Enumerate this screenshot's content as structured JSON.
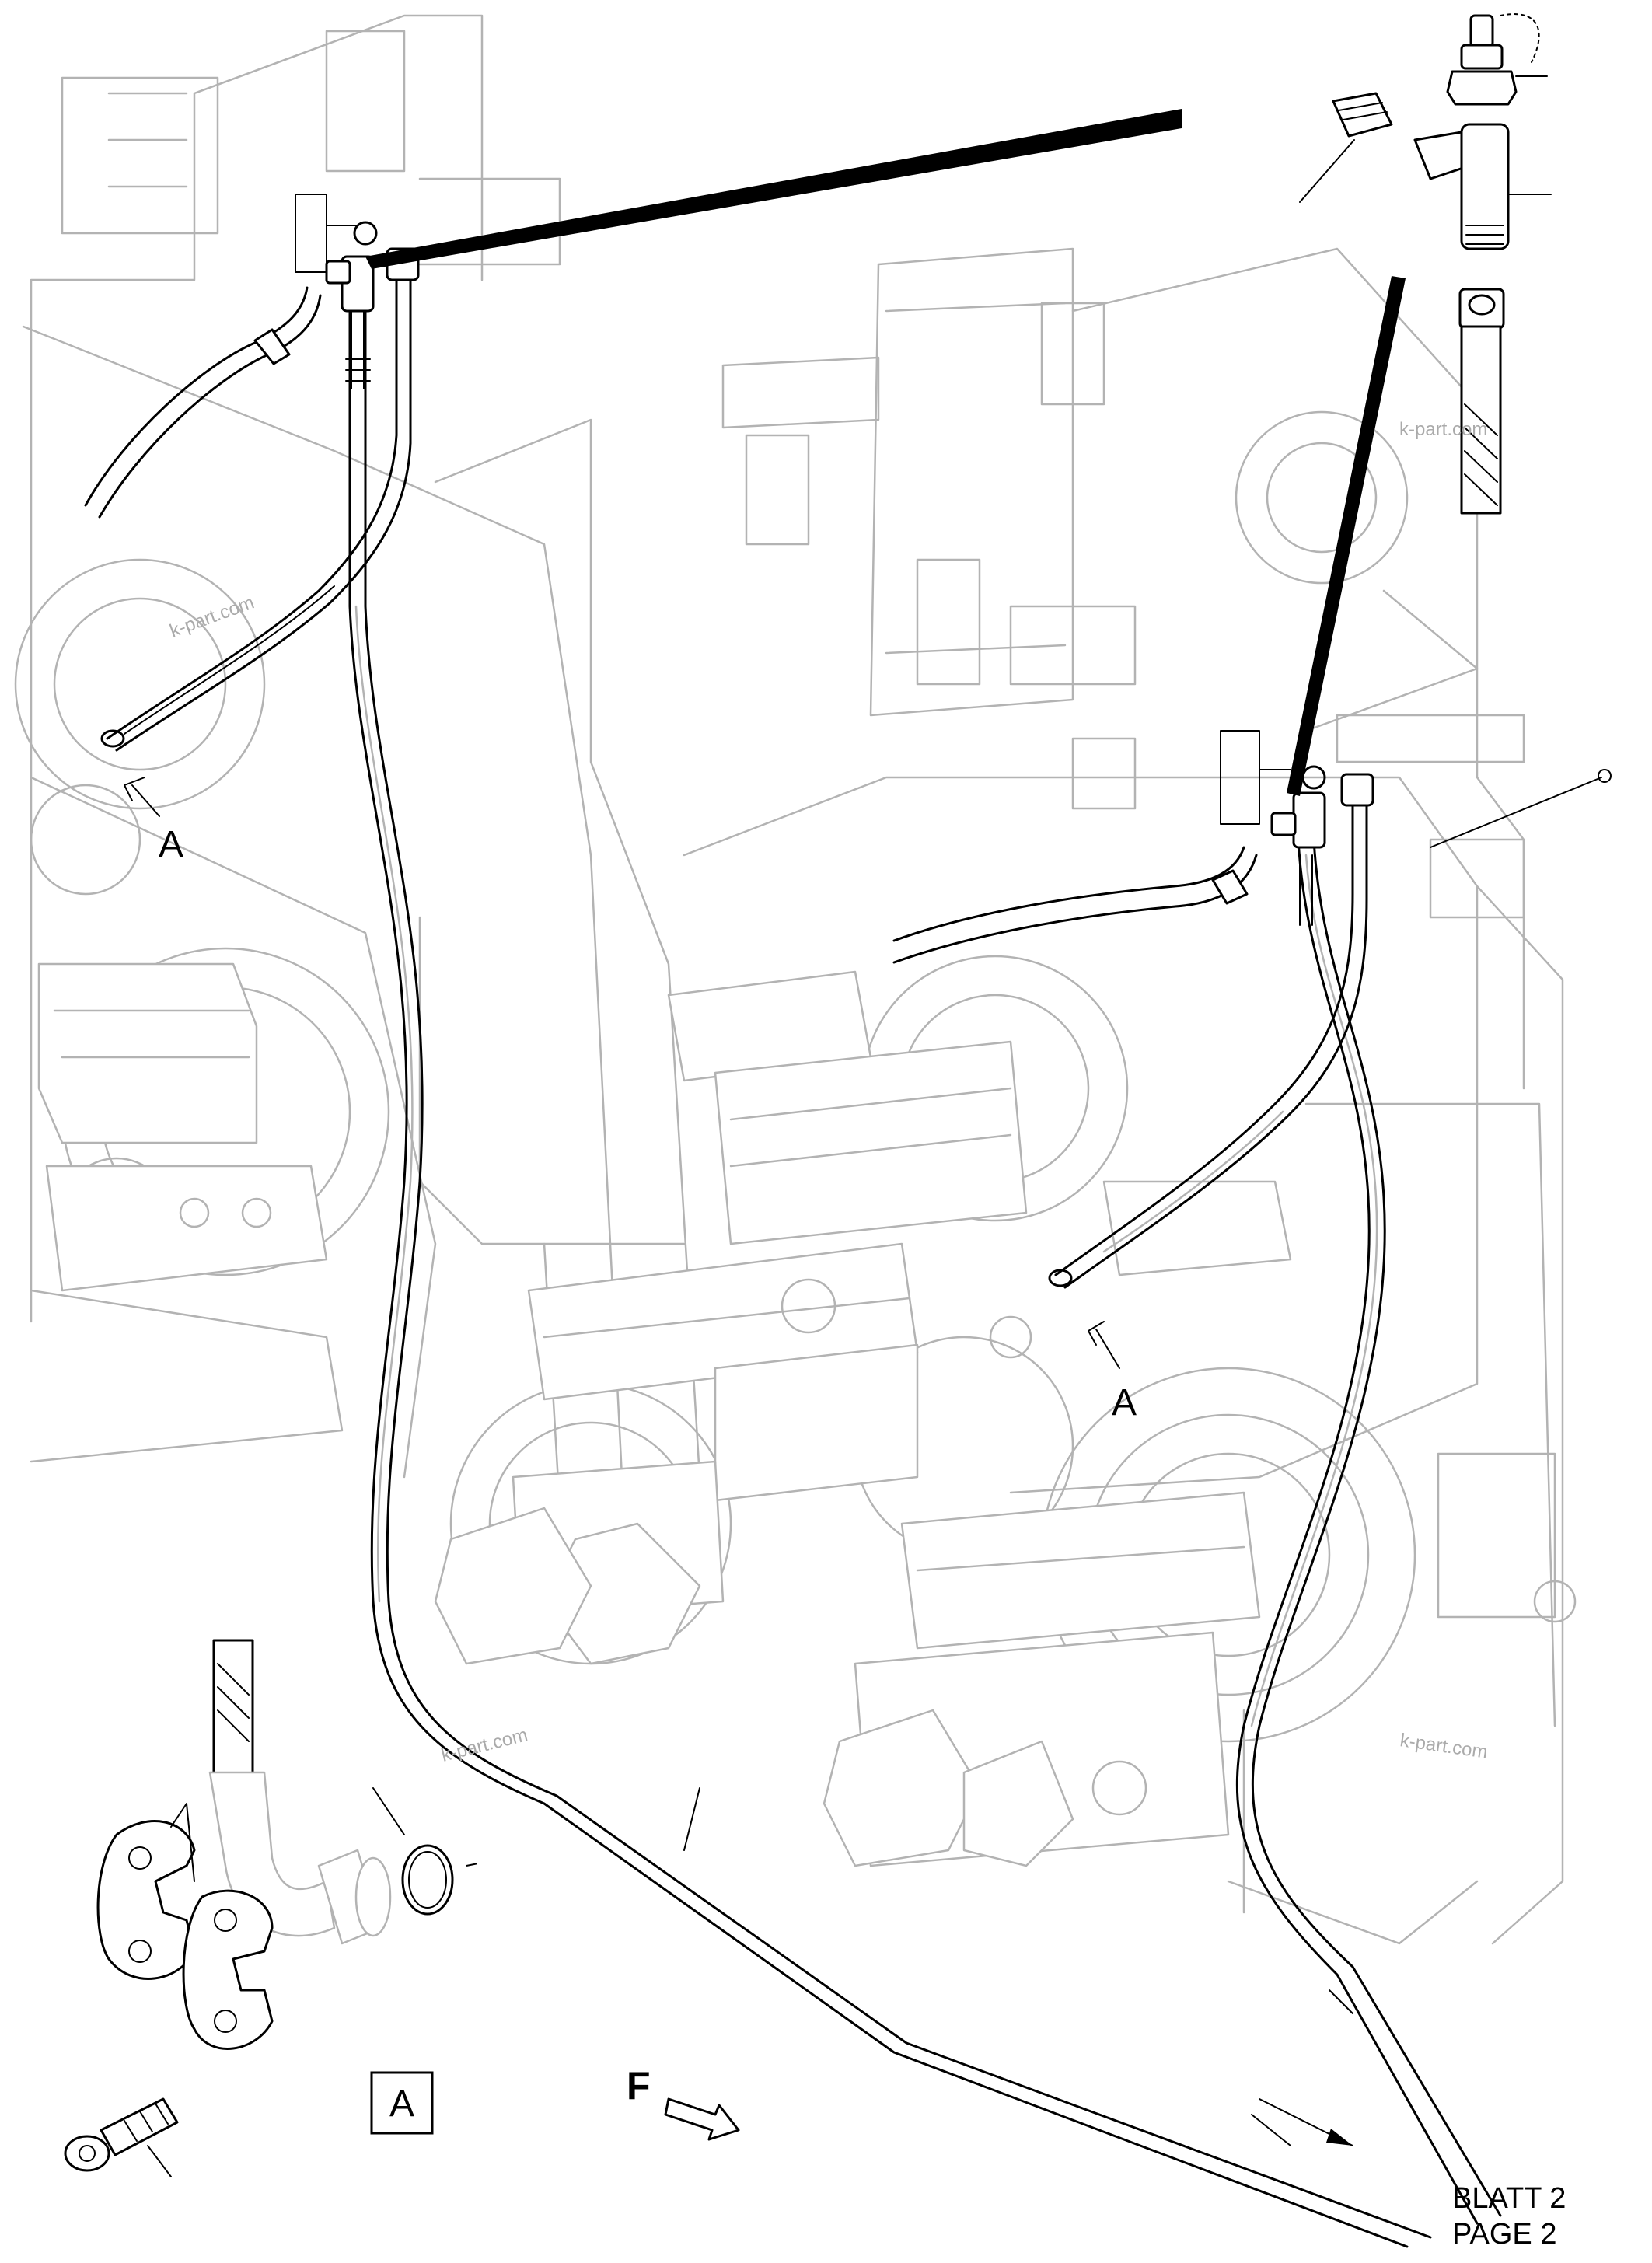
{
  "callouts": {
    "detail_left": "A",
    "detail_right": "A",
    "detail_box": "A",
    "direction_marker": "F"
  },
  "continuation": {
    "line1": "BLATT 2",
    "line2": "PAGE 2"
  },
  "watermark": "k-part.com",
  "colors": {
    "line": "#000000",
    "background_machinery": "#b3b3b3",
    "hose_shading": "#999999"
  }
}
